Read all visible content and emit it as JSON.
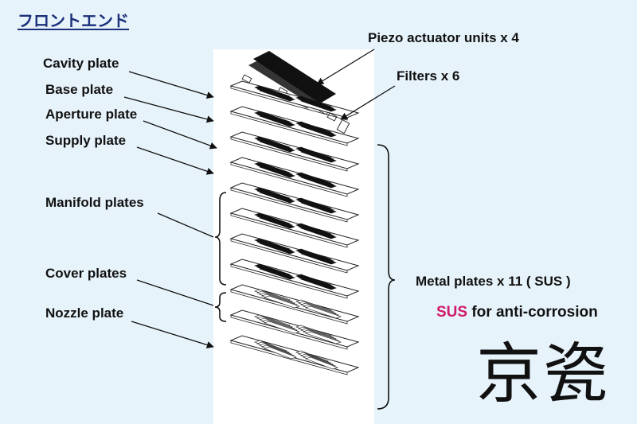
{
  "heading": "フロントエンド",
  "labels": {
    "cavity": "Cavity plate",
    "base": "Base plate",
    "aperture": "Aperture plate",
    "supply": "Supply plate",
    "manifold": "Manifold plates",
    "cover": "Cover plates",
    "nozzle": "Nozzle plate",
    "piezo": "Piezo actuator units x 4",
    "filters": "Filters x 6",
    "metal": "Metal plates x 11 ( SUS )"
  },
  "sus_note": {
    "highlight": "SUS",
    "rest": " for anti-corrosion",
    "highlight_color": "#d01a6a"
  },
  "brand": "京瓷",
  "colors": {
    "background": "#e7f3fb",
    "panel": "#ffffff",
    "heading": "#1b2f7a"
  }
}
